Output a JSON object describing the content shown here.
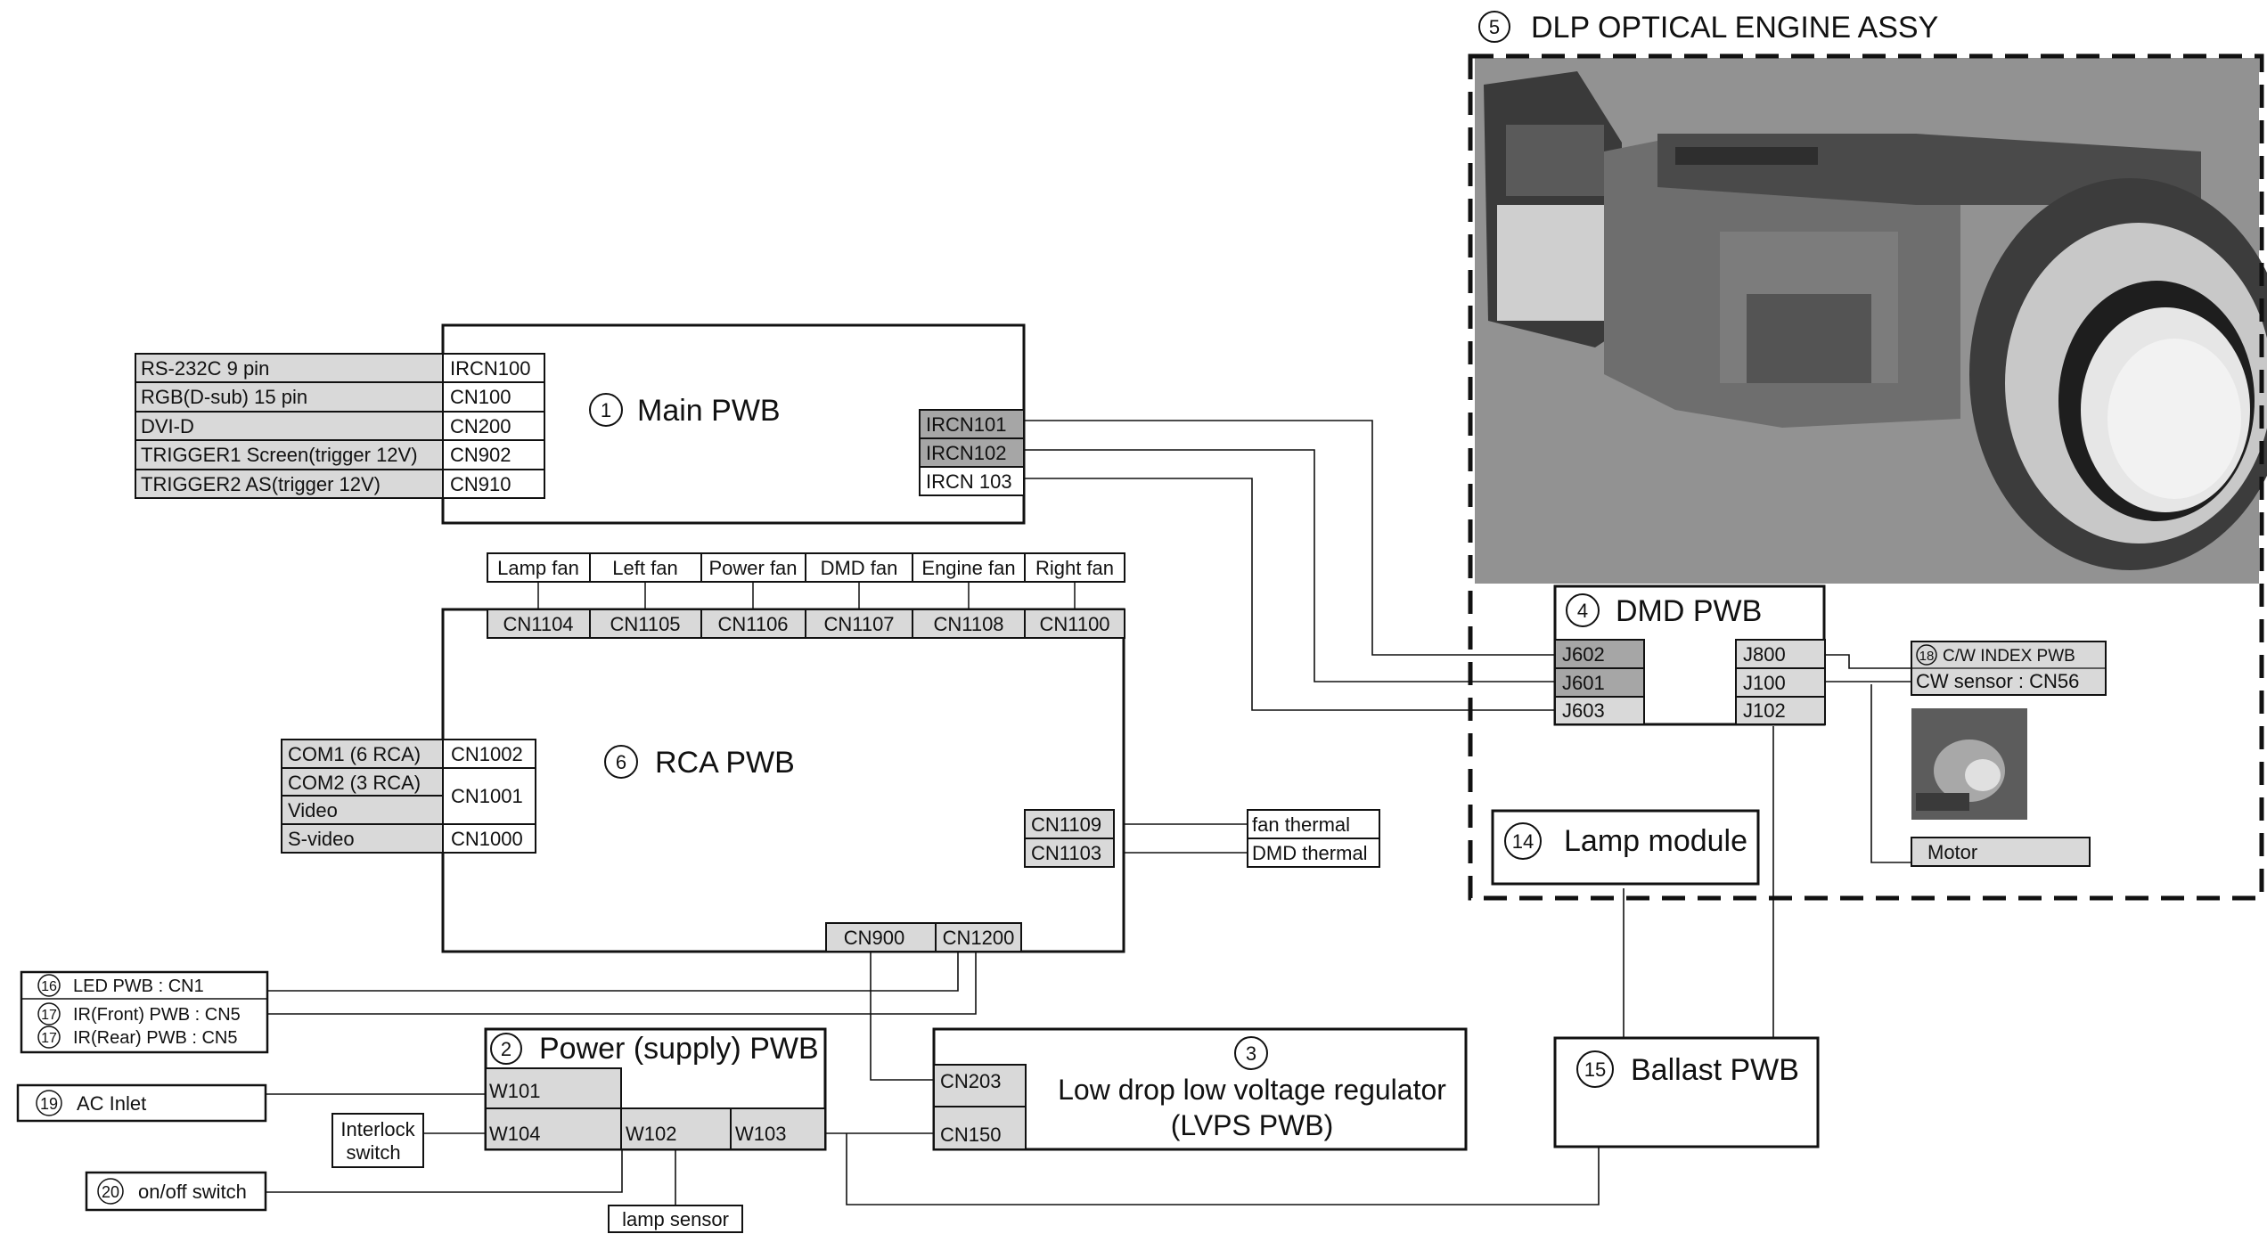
{
  "colors": {
    "cellFill": "#d9d9d9",
    "darkCellFill": "#a6a6a6",
    "line": "#111111",
    "photoBg": "#8a8a8a"
  },
  "main_pwb": {
    "num": "1",
    "title": "Main PWB",
    "left_ports": [
      {
        "label": "RS-232C 9 pin",
        "con": "IRCN100"
      },
      {
        "label": "RGB(D-sub) 15 pin",
        "con": "CN100"
      },
      {
        "label": "DVI-D",
        "con": "CN200"
      },
      {
        "label": "TRIGGER1 Screen(trigger 12V)",
        "con": "CN902"
      },
      {
        "label": "TRIGGER2 AS(trigger 12V)",
        "con": "CN910"
      }
    ],
    "right_cons": [
      "IRCN101",
      "IRCN102",
      "IRCN 103"
    ]
  },
  "rca_pwb": {
    "num": "6",
    "title": "RCA PWB",
    "fans": [
      {
        "label": "Lamp fan",
        "con": "CN1104"
      },
      {
        "label": "Left fan",
        "con": "CN1105"
      },
      {
        "label": "Power fan",
        "con": "CN1106"
      },
      {
        "label": "DMD fan",
        "con": "CN1107"
      },
      {
        "label": "Engine fan",
        "con": "CN1108"
      },
      {
        "label": "Right fan",
        "con": "CN1100"
      }
    ],
    "left_labels": [
      "COM1 (6 RCA)",
      "COM2 (3 RCA)",
      "Video",
      "S-video"
    ],
    "left_cons": [
      "CN1002",
      "CN1001",
      "CN1000"
    ],
    "right_cons": [
      "CN1109",
      "CN1103"
    ],
    "right_labels": [
      "fan thermal",
      "DMD thermal"
    ],
    "bottom_cons": [
      "CN900",
      "CN1200"
    ]
  },
  "led_box": {
    "items": [
      {
        "num": "16",
        "label": "LED PWB : CN1"
      },
      {
        "num": "17",
        "label": "IR(Front) PWB : CN5"
      },
      {
        "num": "17",
        "label": "IR(Rear) PWB : CN5"
      }
    ]
  },
  "power_pwb": {
    "num": "2",
    "title": "Power (supply) PWB",
    "cons": [
      "W101",
      "W104",
      "W102",
      "W103"
    ]
  },
  "ac_inlet": {
    "num": "19",
    "label": "AC Inlet"
  },
  "interlock": {
    "line1": "Interlock",
    "line2": "switch"
  },
  "onoff": {
    "num": "20",
    "label": "on/off switch"
  },
  "lamp_sensor": {
    "label": "lamp sensor"
  },
  "lvps": {
    "num": "3",
    "line1": "Low drop low voltage regulator",
    "line2": "(LVPS PWB)",
    "cons": [
      "CN203",
      "CN150"
    ]
  },
  "ballast": {
    "num": "15",
    "title": "Ballast PWB"
  },
  "engine": {
    "num": "5",
    "title": "DLP OPTICAL ENGINE ASSY"
  },
  "dmd_pwb": {
    "num": "4",
    "title": "DMD PWB",
    "left_cons": [
      "J602",
      "J601",
      "J603"
    ],
    "right_cons": [
      "J800",
      "J100",
      "J102"
    ]
  },
  "cw_index": {
    "num": "18",
    "line1": "C/W INDEX PWB",
    "line2": "CW sensor : CN56"
  },
  "motor": {
    "label": "Motor"
  },
  "lamp_module": {
    "num": "14",
    "title": "Lamp module"
  }
}
